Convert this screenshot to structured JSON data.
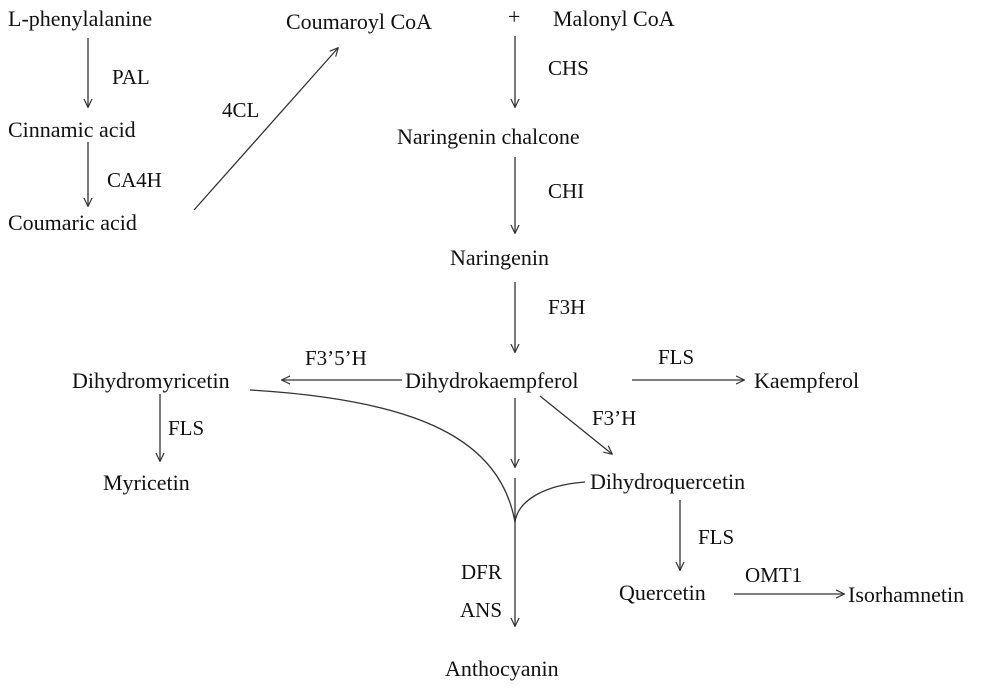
{
  "nodes": {
    "phenylalanine": "L-phenylalanine",
    "cinnamic": "Cinnamic acid",
    "coumaric": "Coumaric acid",
    "coumaroyl": "Coumaroyl CoA",
    "plus": "+",
    "malonyl": "Malonyl CoA",
    "chalcone": "Naringenin chalcone",
    "naringenin": "Naringenin",
    "dihydromyricetin": "Dihydromyricetin",
    "dihydrokaempferol": "Dihydrokaempferol",
    "kaempferol": "Kaempferol",
    "myricetin": "Myricetin",
    "dihydroquercetin": "Dihydroquercetin",
    "quercetin": "Quercetin",
    "isorhamnetin": "Isorhamnetin",
    "anthocyanin": "Anthocyanin"
  },
  "enzymes": {
    "pal": "PAL",
    "ca4h": "CA4H",
    "fourcl": "4CL",
    "chs": "CHS",
    "chi": "CHI",
    "f3h": "F3H",
    "f35h": "F3’5’H",
    "fls_kaempferol": "FLS",
    "f3prime_h": "F3’H",
    "fls_myricetin": "FLS",
    "fls_quercetin": "FLS",
    "omt1": "OMT1",
    "dfr": "DFR",
    "ans": "ANS"
  },
  "style": {
    "line_color": "#333333",
    "text_color": "#111111"
  }
}
